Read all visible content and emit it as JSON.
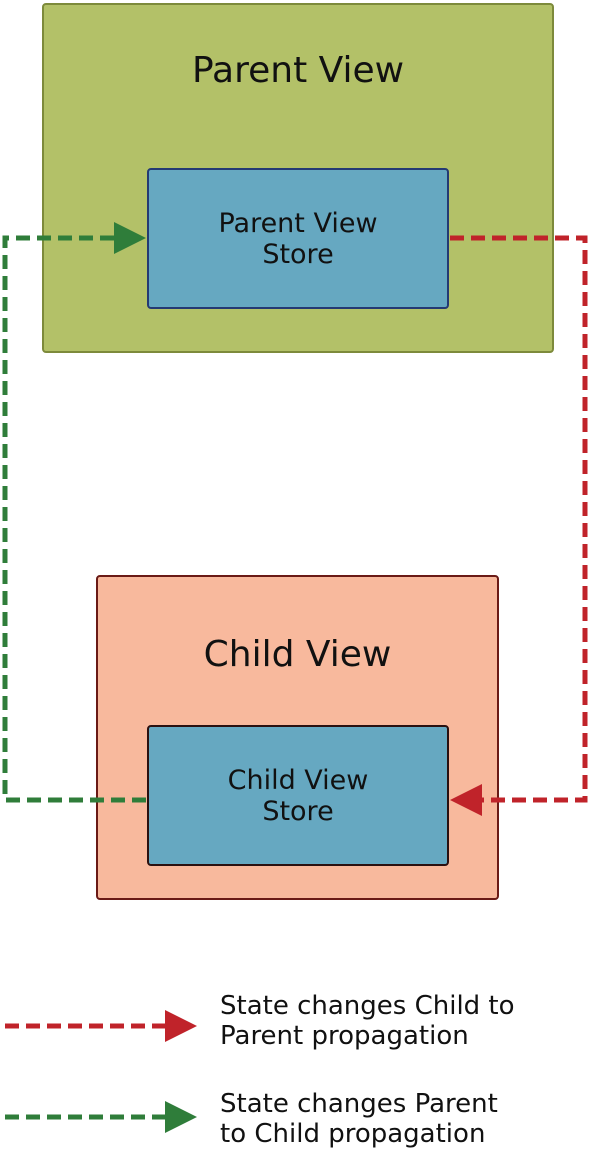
{
  "parent_view": {
    "title": "Parent View",
    "store_lines": [
      "Parent View",
      "Store"
    ]
  },
  "child_view": {
    "title": "Child View",
    "store_lines": [
      "Child View",
      "Store"
    ]
  },
  "legend": [
    {
      "color": "#c0232a",
      "lines": [
        "State changes Child to",
        "Parent propagation"
      ]
    },
    {
      "color": "#2f7d3a",
      "lines": [
        "State changes Parent",
        "to Child propagation"
      ]
    }
  ],
  "colors": {
    "parent_view_fill": "#b3c168",
    "store_fill": "#66a8c1",
    "child_view_fill": "#f8b99d",
    "child_to_parent_arrow": "#c0232a",
    "parent_to_child_arrow": "#2f7d3a"
  }
}
